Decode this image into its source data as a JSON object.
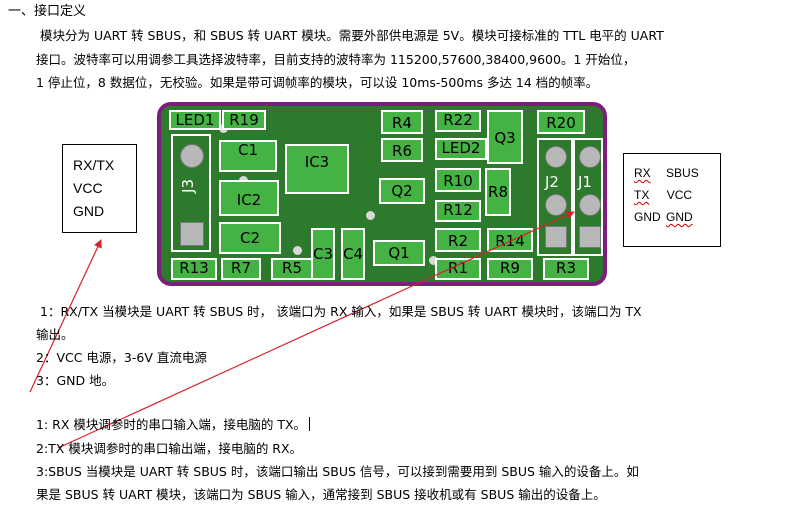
{
  "heading": "一、接口定义",
  "intro": [
    "模块分为 UART 转 SBUS，和 SBUS 转 UART 模块。需要外部供电源是 5V。模块可接标准的 TTL 电平的 UART",
    "接口。波特率可以用调参工具选择波特率，目前支持的波特率为 115200,57600,38400,9600。1 开始位，",
    "1 停止位，8 数据位，无校验。如果是带可调帧率的模块，可以设 10ms-500ms 多达 14 档的帧率。"
  ],
  "left_box": [
    "RX/TX",
    "VCC",
    "GND"
  ],
  "right_box": [
    {
      "a": "RX",
      "b": "SBUS"
    },
    {
      "a": "TX",
      "b": "VCC"
    },
    {
      "a": "GND",
      "b": "GND"
    }
  ],
  "board": {
    "labels": {
      "led1": "LED1",
      "r19": "R19",
      "c1": "C1",
      "ic3": "IC3",
      "j3": "J3",
      "ic2": "IC2",
      "c2": "C2",
      "r13": "R13",
      "r7": "R7",
      "r5": "R5",
      "c3": "C3",
      "c4": "C4",
      "q2": "Q2",
      "q1": "Q1",
      "r4": "R4",
      "r6": "R6",
      "r22": "R22",
      "led2": "LED2",
      "r10": "R10",
      "r12": "R12",
      "r2": "R2",
      "r1": "R1",
      "r8": "R8",
      "r14": "R14",
      "r9": "R9",
      "q3": "Q3",
      "r20": "R20",
      "j2": "J2",
      "j1": "J1",
      "r3": "R3"
    }
  },
  "port_notes": [
    "1：RX/TX  当模块是 UART 转 SBUS 时，  该端口为 RX 输入，如果是 SBUS 转 UART 模块时，该端口为 TX",
    "输出。",
    "2：VCC    电源，3-6V 直流电源",
    "3：GND    地。"
  ],
  "pin_notes": [
    "1: RX    模块调参时的串口输入端，接电脑的 TX。",
    "2:TX    模块调参时的串口输出端，接电脑的 RX。",
    "3:SBUS 当模块是 UART 转 SBUS 时，该端口输出 SBUS 信号，可以接到需要用到 SBUS 输入的设备上。如",
    "果是 SBUS 转 UART 模块，该端口为 SBUS 输入，通常接到 SBUS 接收机或有 SBUS 输出的设备上。"
  ]
}
